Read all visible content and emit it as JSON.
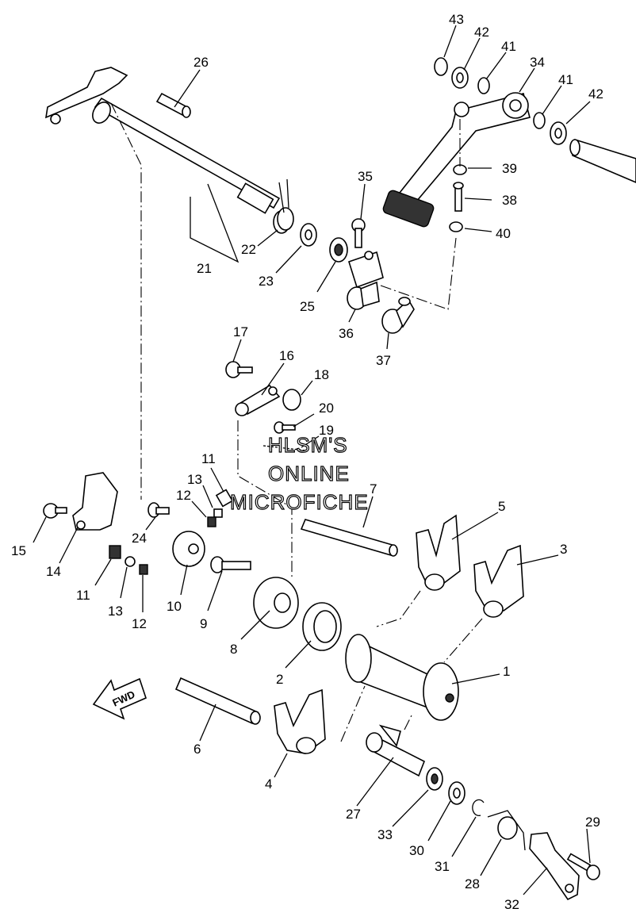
{
  "diagram": {
    "watermark": [
      "HLSM'S",
      "ONLINE",
      "MICROFICHE"
    ],
    "fwd_arrow_label": "FWD",
    "callouts": [
      {
        "id": "43",
        "label": "43"
      },
      {
        "id": "42a",
        "label": "42"
      },
      {
        "id": "41a",
        "label": "41"
      },
      {
        "id": "34",
        "label": "34"
      },
      {
        "id": "41b",
        "label": "41"
      },
      {
        "id": "42b",
        "label": "42"
      },
      {
        "id": "26",
        "label": "26"
      },
      {
        "id": "39",
        "label": "39"
      },
      {
        "id": "35",
        "label": "35"
      },
      {
        "id": "38",
        "label": "38"
      },
      {
        "id": "40",
        "label": "40"
      },
      {
        "id": "22",
        "label": "22"
      },
      {
        "id": "21",
        "label": "21"
      },
      {
        "id": "23",
        "label": "23"
      },
      {
        "id": "25",
        "label": "25"
      },
      {
        "id": "36",
        "label": "36"
      },
      {
        "id": "37",
        "label": "37"
      },
      {
        "id": "17",
        "label": "17"
      },
      {
        "id": "16",
        "label": "16"
      },
      {
        "id": "18",
        "label": "18"
      },
      {
        "id": "20",
        "label": "20"
      },
      {
        "id": "19",
        "label": "19"
      },
      {
        "id": "11a",
        "label": "11"
      },
      {
        "id": "7",
        "label": "7"
      },
      {
        "id": "13a",
        "label": "13"
      },
      {
        "id": "12a",
        "label": "12"
      },
      {
        "id": "5",
        "label": "5"
      },
      {
        "id": "15",
        "label": "15"
      },
      {
        "id": "24",
        "label": "24"
      },
      {
        "id": "3",
        "label": "3"
      },
      {
        "id": "14",
        "label": "14"
      },
      {
        "id": "11b",
        "label": "11"
      },
      {
        "id": "13b",
        "label": "13"
      },
      {
        "id": "12b",
        "label": "12"
      },
      {
        "id": "10",
        "label": "10"
      },
      {
        "id": "9",
        "label": "9"
      },
      {
        "id": "8",
        "label": "8"
      },
      {
        "id": "2",
        "label": "2"
      },
      {
        "id": "1",
        "label": "1"
      },
      {
        "id": "6",
        "label": "6"
      },
      {
        "id": "4",
        "label": "4"
      },
      {
        "id": "27",
        "label": "27"
      },
      {
        "id": "29",
        "label": "29"
      },
      {
        "id": "33",
        "label": "33"
      },
      {
        "id": "30",
        "label": "30"
      },
      {
        "id": "31",
        "label": "31"
      },
      {
        "id": "28",
        "label": "28"
      },
      {
        "id": "32",
        "label": "32"
      }
    ]
  }
}
